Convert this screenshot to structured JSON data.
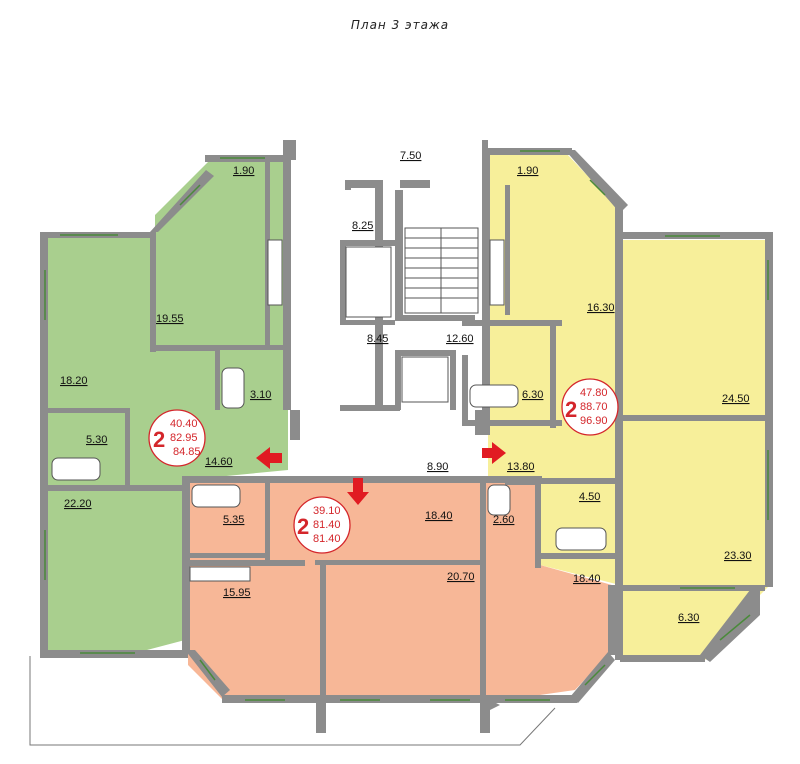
{
  "title": "План 3 этажа",
  "colors": {
    "green": "#a9cf8e",
    "yellow": "#f7ef9a",
    "salmon": "#f7b797",
    "wall": "#8c8c8c",
    "accent": "#e11b22"
  },
  "areas": {
    "a1": "7.50",
    "a2": "1.90",
    "a3": "1.90",
    "a4": "8.25",
    "a5": "19.55",
    "a6": "16.30",
    "a7": "8.45",
    "a8": "12.60",
    "a9": "18.20",
    "a10": "3.10",
    "a11": "6.30",
    "a12": "24.50",
    "a13": "5.30",
    "a14": "14.60",
    "a15": "8.90",
    "a16": "13.80",
    "a17": "22.20",
    "a18": "5.35",
    "a19": "18.40",
    "a20": "2.60",
    "a21": "4.50",
    "a22": "23.30",
    "a23": "15.95",
    "a24": "20.70",
    "a25": "18.40",
    "a26": "6.30"
  },
  "apartments": {
    "green": {
      "rooms": "2",
      "living": "40.40",
      "total": "82.95",
      "with_balcony": "84.85"
    },
    "salmon": {
      "rooms": "2",
      "living": "39.10",
      "total": "81.40",
      "with_balcony": "81.40"
    },
    "yellow": {
      "rooms": "2",
      "living": "47.80",
      "total": "88.70",
      "with_balcony": "96.90"
    }
  }
}
